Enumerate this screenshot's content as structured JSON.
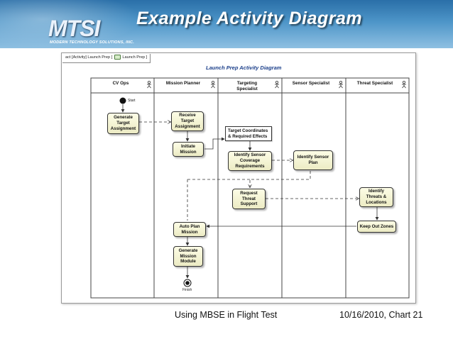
{
  "slide": {
    "title": "Example Activity Diagram",
    "logo_text": "MTSI",
    "logo_subtitle": "MODERN TECHNOLOGY SOLUTIONS, INC.",
    "footer_left": "Using MBSE in Flight Test",
    "footer_right": "10/16/2010,  Chart 21"
  },
  "diagram": {
    "frame_tab": "act [Activity] Launch Prep [",
    "frame_tab_icon": "activity-icon",
    "frame_tab_suffix": "Launch Prep ]",
    "title": "Launch Prep Activity Diagram",
    "lanes": [
      {
        "label": "CV Ops"
      },
      {
        "label": "Mission Planner"
      },
      {
        "label": "Targeting Specialist"
      },
      {
        "label": "Sensor Specialist"
      },
      {
        "label": "Threat Specialist"
      }
    ],
    "start_label": "Start",
    "finish_label": "Finish",
    "actions": {
      "generate_target_assignment": "Generate Target Assignment",
      "receive_target_assignment": "Receive Target Assignment",
      "initiate_mission": "Initiate Mission",
      "identify_sensor_coverage": "Identify Sensor Coverage Requirements",
      "identify_sensor_plan": "Identify Sensor Plan",
      "request_threat_support": "Request Threat Support",
      "identify_threats": "Identify Threats & Locations",
      "keep_out_zones": "Keep Out Zones",
      "auto_plan_mission": "Auto Plan Mission",
      "generate_mission_module": "Generate Mission Module"
    },
    "object_node": "Target Coordinates & Required Effects",
    "colors": {
      "node_fill_top": "#fdfde6",
      "node_fill_bottom": "#ecebc4",
      "title_color": "#1b3f8a",
      "header_blue": "#2a6fa8"
    }
  }
}
